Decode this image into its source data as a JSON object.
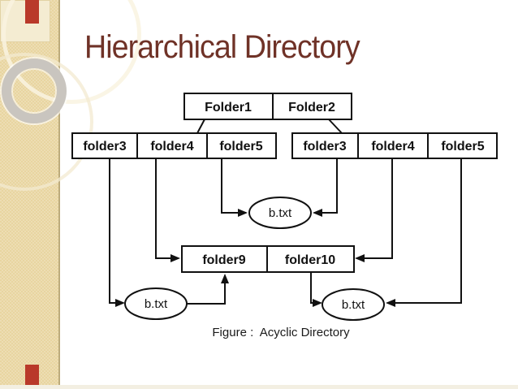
{
  "slide": {
    "title": "Hierarchical Directory",
    "caption": "Figure :  Acyclic Directory"
  },
  "colors": {
    "title_text": "#6f3227",
    "accent_red": "#b9392a",
    "sidebar_tan": "#e8d5a0",
    "diagram_line": "#111111"
  },
  "diagram": {
    "top": [
      "Folder1",
      "Folder2"
    ],
    "left_group": [
      "folder3",
      "folder4",
      "folder5"
    ],
    "right_group": [
      "folder3",
      "folder4",
      "folder5"
    ],
    "mid_group": [
      "folder9",
      "folder10"
    ],
    "file_mid": "b.txt",
    "file_bottom_left": "b.txt",
    "file_bottom_right": "b.txt"
  }
}
